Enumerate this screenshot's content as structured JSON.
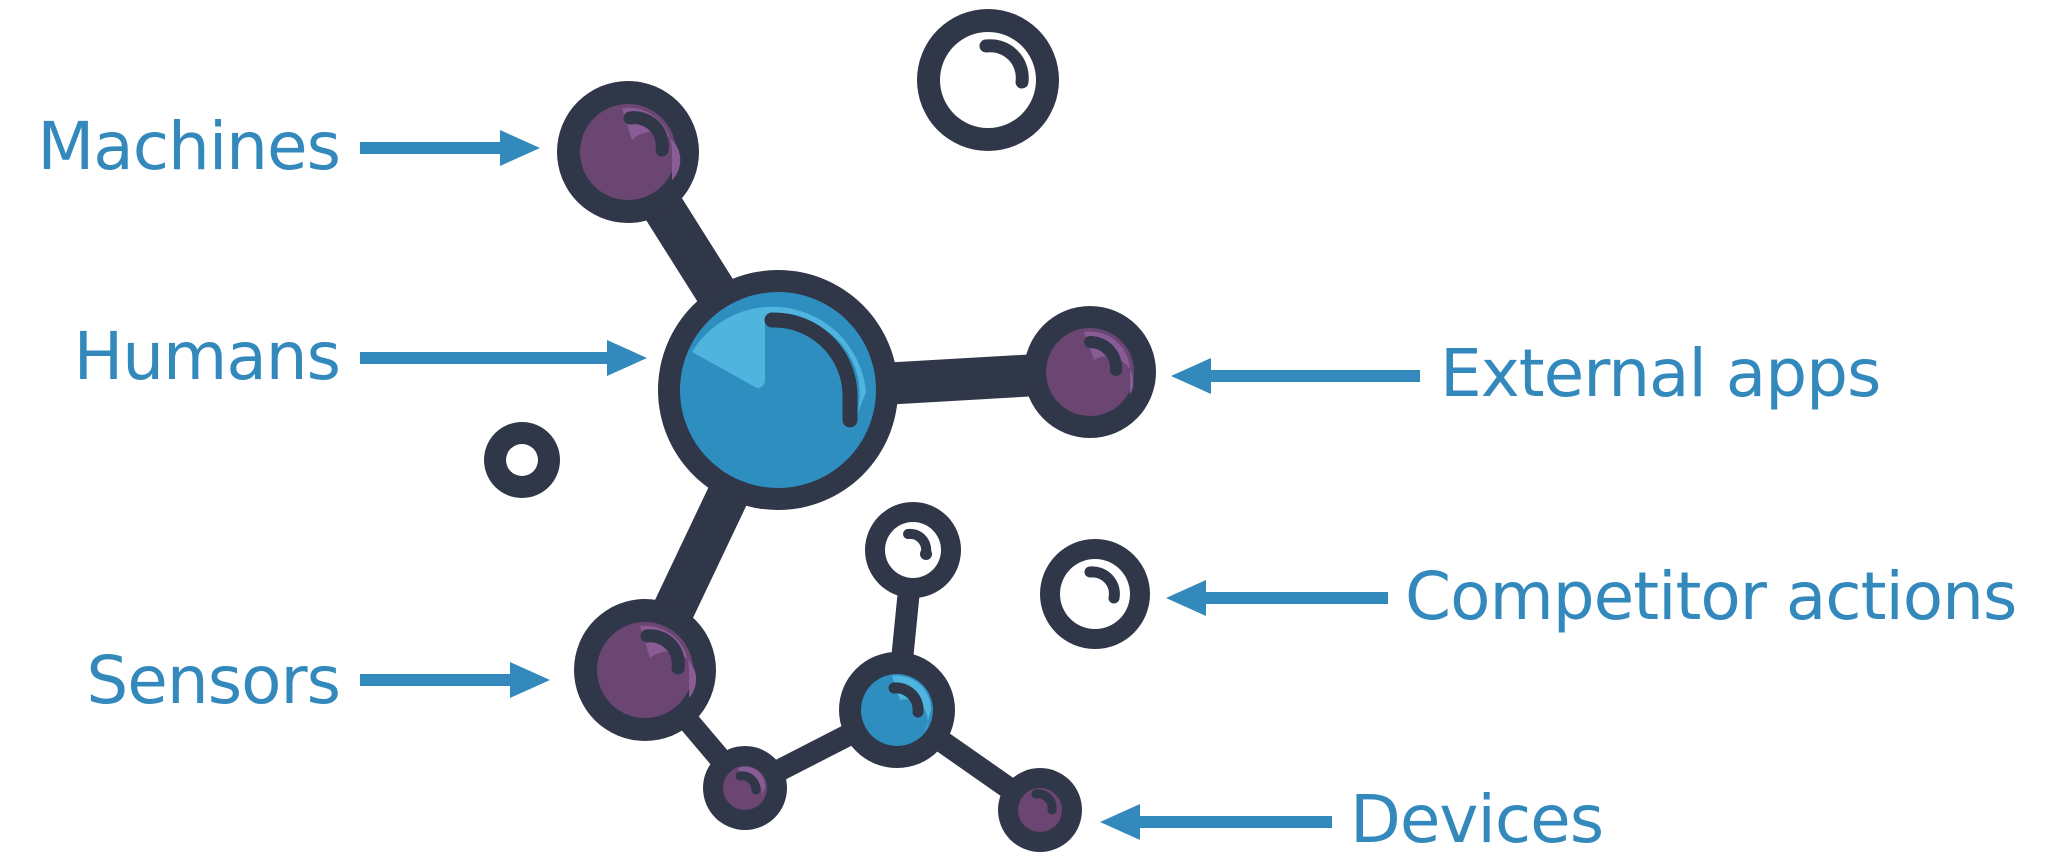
{
  "labels": {
    "machines": "Machines",
    "humans": "Humans",
    "sensors": "Sensors",
    "external_apps": "External apps",
    "competitor_actions": "Competitor actions",
    "devices": "Devices"
  },
  "colors": {
    "label_text": "#3389bc",
    "arrow": "#3389bc",
    "outline": "#303749",
    "purple_fill": "#6b4673",
    "purple_highlight": "#8a5c96",
    "blue_fill": "#2f8ec0",
    "blue_highlight": "#4fb4de",
    "white_fill": "#ffffff",
    "background": "#ffffff"
  },
  "icons": {
    "central": "molecule-icon"
  }
}
